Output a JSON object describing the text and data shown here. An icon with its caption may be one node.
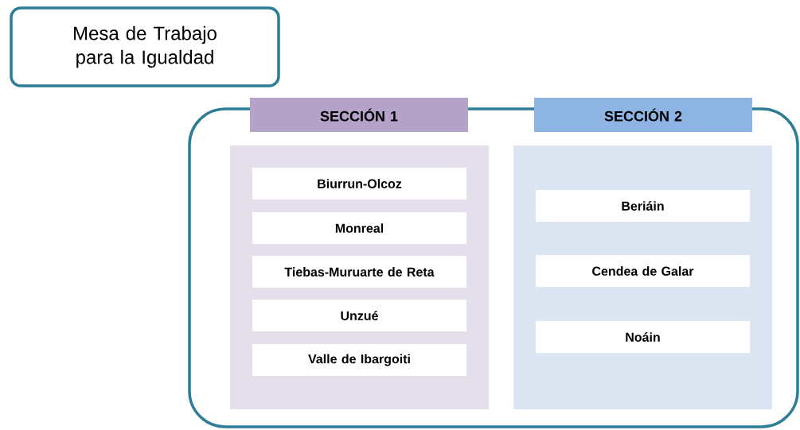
{
  "diagram": {
    "nodes": [
      {
        "text": [
          "Mesa de Trabajo para la Igualdad"
        ]
      },
      {
        "text": [],
        "shape": "box"
      },
      {
        "text": [
          "SECCIÓN 1"
        ]
      },
      {
        "text": [],
        "shape": "box",
        "in": 1
      },
      {
        "text": [
          "Biurrun-Olcoz"
        ],
        "in": 3
      },
      {
        "text": [
          "Monreal"
        ],
        "in": 3
      },
      {
        "text": [
          "Tiebas-Muruarte de Reta"
        ],
        "in": 3
      },
      {
        "text": [
          "Unzué"
        ],
        "in": 3
      },
      {
        "text": [
          "Valle de Ibargoiti"
        ],
        "in": 3
      },
      {
        "text": [
          "SECCIÓN 2"
        ]
      },
      {
        "text": [],
        "shape": "box",
        "in": 1
      },
      {
        "text": [
          "Beriáin"
        ],
        "in": 10
      },
      {
        "text": [
          "Cendea de Galar"
        ],
        "in": 10
      },
      {
        "text": [
          "Noáin"
        ],
        "in": 10
      }
    ]
  }
}
